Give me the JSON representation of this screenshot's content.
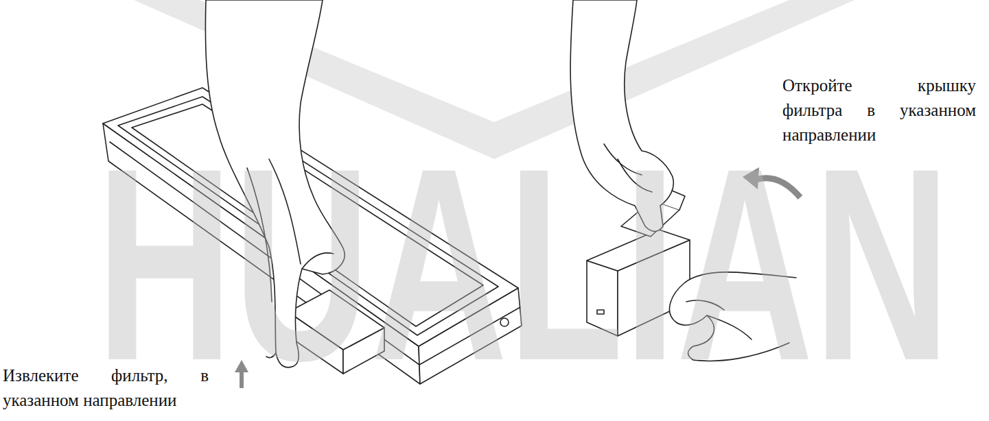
{
  "diagram": {
    "labels": [
      "Откройте крышку фильтра в указанном направлении",
      "Извлеките фильтр, в указанном направлении",
      "HUALIAN"
    ]
  }
}
